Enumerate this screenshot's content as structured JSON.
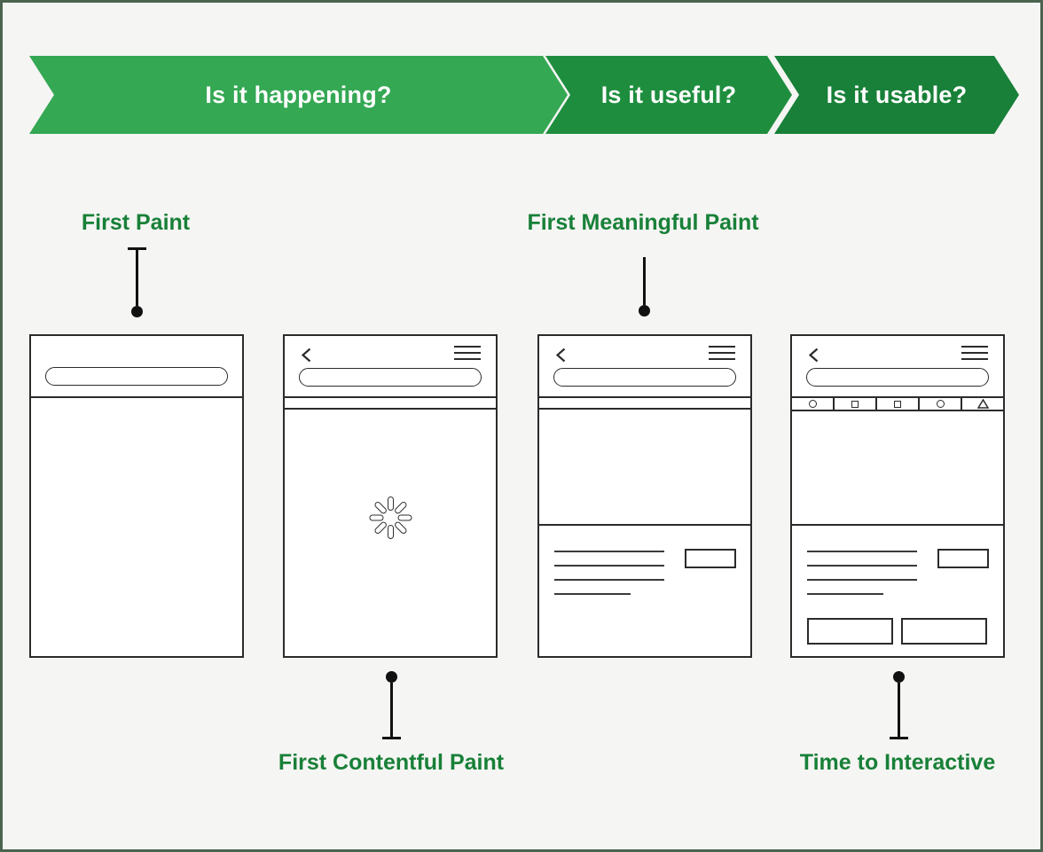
{
  "funnel": {
    "stages": [
      {
        "label": "Is it happening?",
        "color": "#34A853"
      },
      {
        "label": "Is it useful?",
        "color": "#1E8E3E"
      },
      {
        "label": "Is it usable?",
        "color": "#188038"
      }
    ]
  },
  "metrics": {
    "first_paint": {
      "label": "First Paint"
    },
    "first_meaningful_paint": {
      "label": "First Meaningful Paint"
    },
    "first_contentful_paint": {
      "label": "First Contentful Paint"
    },
    "time_to_interactive": {
      "label": "Time to Interactive"
    }
  },
  "phones": {
    "toolbar_icons": [
      "circle",
      "square",
      "square",
      "circle",
      "triangle"
    ]
  },
  "colors": {
    "background": "#F5F5F3",
    "frame_border": "#4B634F",
    "label_green": "#188038",
    "ink": "#2B2B2B"
  }
}
